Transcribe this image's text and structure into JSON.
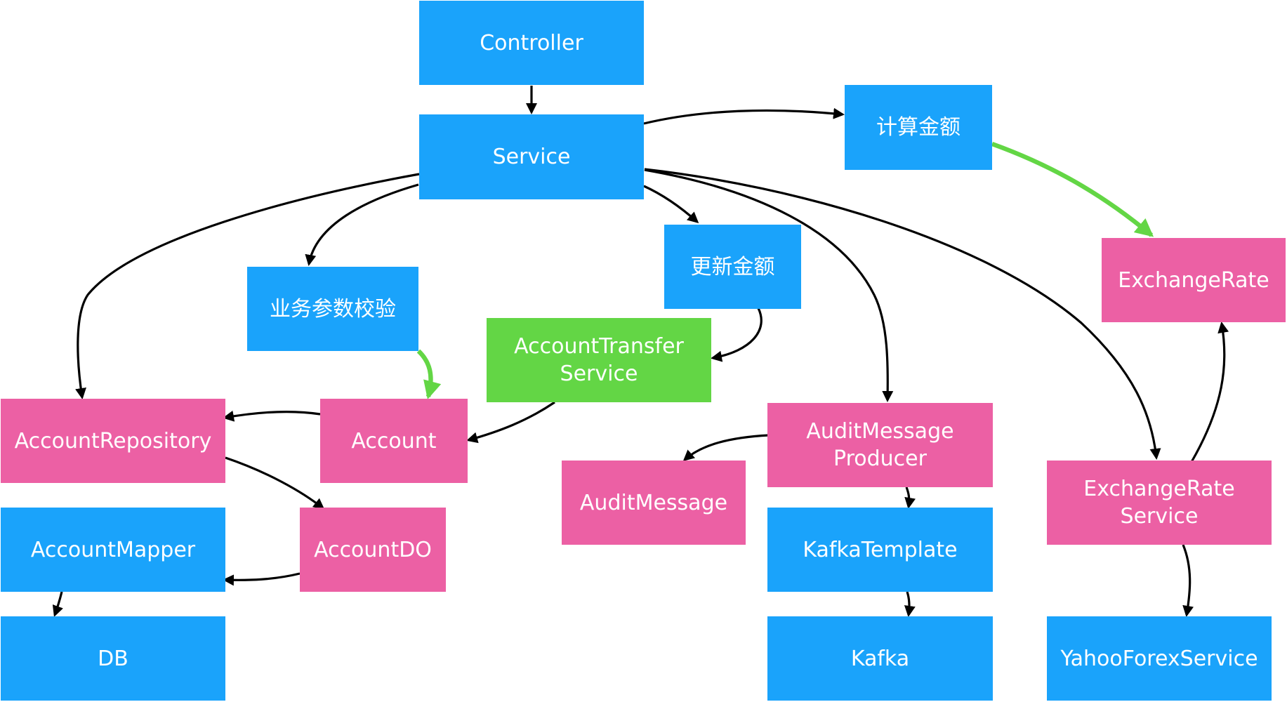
{
  "nodes": {
    "controller": "Controller",
    "service": "Service",
    "calc_amount": "计算金额",
    "update_amount": "更新金额",
    "validate_params": "业务参数校验",
    "account_transfer_service": "AccountTransfer\nService",
    "exchange_rate": "ExchangeRate",
    "account_repository": "AccountRepository",
    "account": "Account",
    "audit_message_producer": "AuditMessage\nProducer",
    "audit_message": "AuditMessage",
    "exchange_rate_service": "ExchangeRate\nService",
    "account_mapper": "AccountMapper",
    "account_do": "AccountDO",
    "kafka_template": "KafkaTemplate",
    "db": "DB",
    "kafka": "Kafka",
    "yahoo_forex_service": "YahooForexService"
  },
  "colors": {
    "blue": "#1aa3fb",
    "pink": "#ec60a4",
    "green": "#63d645",
    "edge": "#000000",
    "highlight_edge": "#63d645"
  }
}
